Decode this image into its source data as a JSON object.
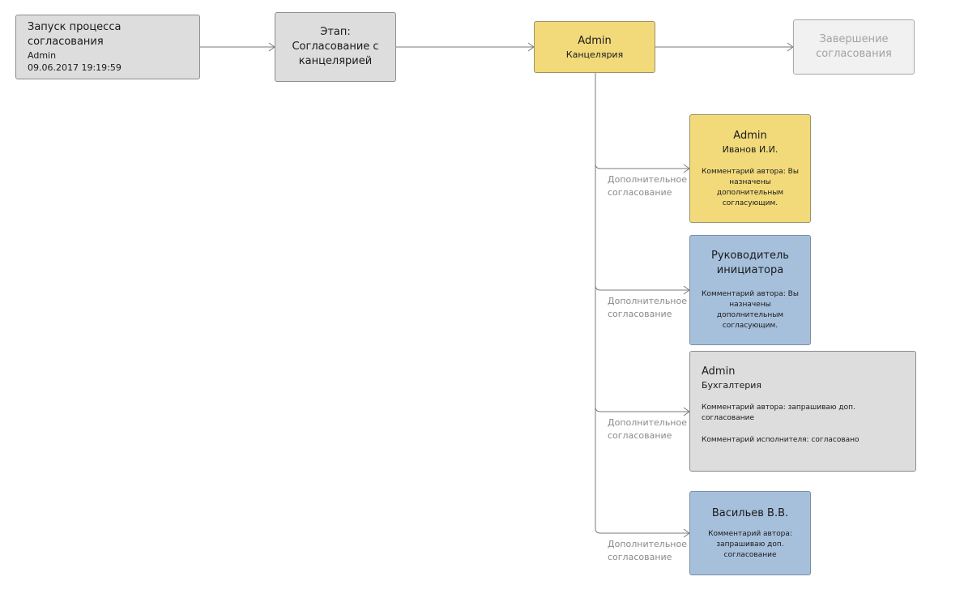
{
  "nodes": {
    "start": {
      "title": "Запуск процесса согласования",
      "user": "Admin",
      "datetime": "09.06.2017 19:19:59"
    },
    "stage": {
      "line1": "Этап:",
      "line2": "Согласование с",
      "line3": "канцелярией"
    },
    "chancellery": {
      "user": "Admin",
      "department": "Канцелярия"
    },
    "finish": {
      "line1": "Завершение",
      "line2": "согласования"
    },
    "ivanov": {
      "user": "Admin",
      "assignee": "Иванов И.И.",
      "comment_lines": [
        "Комментарий автора: Вы",
        "назначены",
        "дополнительным",
        "согласующим."
      ]
    },
    "manager": {
      "line1": "Руководитель",
      "line2": "инициатора",
      "comment_lines": [
        "Комментарий автора: Вы",
        "назначены",
        "дополнительным",
        "согласующим."
      ]
    },
    "accounting": {
      "user": "Admin",
      "department": "Бухгалтерия",
      "author_comment": "Комментарий автора: запрашиваю доп. согласование",
      "executor_comment": "Комментарий исполнителя: согласовано"
    },
    "vasiliev": {
      "assignee": "Васильев В.В.",
      "comment_lines": [
        "Комментарий автора:",
        "запрашиваю доп.",
        "согласование"
      ]
    }
  },
  "edge_labels": {
    "line1": "Дополнительное",
    "line2": "согласование"
  },
  "colors": {
    "gray": "#dddddd",
    "yellow": "#f2da7b",
    "blue": "#a6c0dc",
    "light": "#f1f1f1",
    "connector": "#7a7a7a"
  }
}
